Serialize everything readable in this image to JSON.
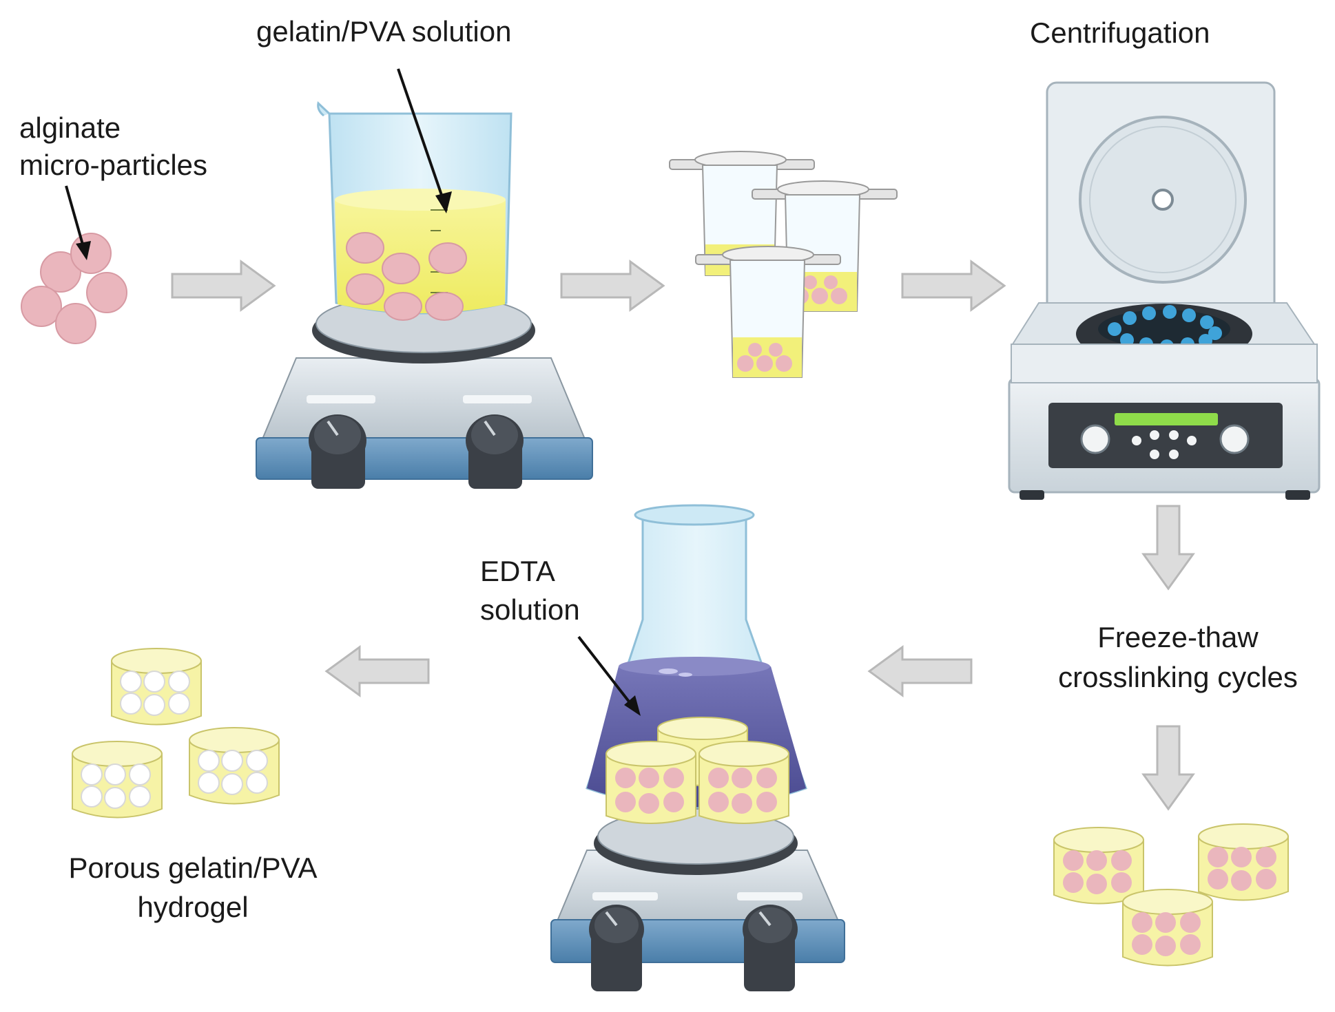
{
  "labels": {
    "alginate_line1": "alginate",
    "alginate_line2": "micro-particles",
    "gelatin_pva": "gelatin/PVA solution",
    "centrifugation": "Centrifugation",
    "freeze_line1": "Freeze-thaw",
    "freeze_line2": "crosslinking cycles",
    "edta_line1": "EDTA",
    "edta_line2": "solution",
    "porous_line1": "Porous gelatin/PVA",
    "porous_line2": "hydrogel"
  },
  "colors": {
    "particle_pink": "#eab6bd",
    "solution_yellow": "#f2f07a",
    "edta_purple": "#5a5aa0",
    "hotplate_blue": "#5b8db8",
    "arrow_gray": "#d9d9d9",
    "glass_blue": "#cde9f5"
  },
  "icons": [
    "stirrer-hotplate-icon",
    "beaker-icon",
    "centrifuge-tube-icon",
    "centrifuge-icon",
    "erlenmeyer-flask-icon",
    "hydrogel-cylinder-icon",
    "flow-arrow-icon"
  ]
}
